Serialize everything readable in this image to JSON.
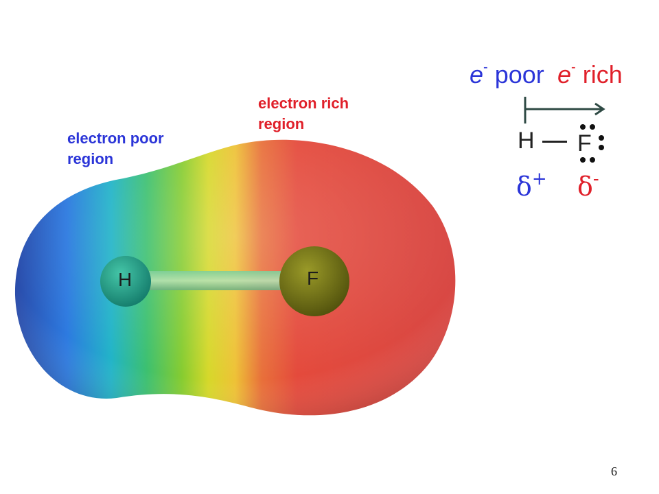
{
  "regions": {
    "rich": {
      "line1": "electron rich",
      "line2": "region"
    },
    "poor": {
      "line1": "electron poor",
      "line2": "region"
    }
  },
  "atoms": {
    "h": "H",
    "f": "F"
  },
  "header": {
    "poor": {
      "symbol": "e",
      "sup": "-",
      "word": " poor"
    },
    "rich": {
      "symbol": "e",
      "sup": "-",
      "word": " rich"
    }
  },
  "lewis": {
    "h": "H",
    "f": "F"
  },
  "delta": {
    "plus": {
      "symbol": "δ",
      "sign": "+"
    },
    "minus": {
      "symbol": "δ",
      "sign": "-"
    }
  },
  "page_number": "6",
  "colors": {
    "poor": "#2b35d8",
    "rich": "#e0202a",
    "arrow": "#2f4a44"
  }
}
